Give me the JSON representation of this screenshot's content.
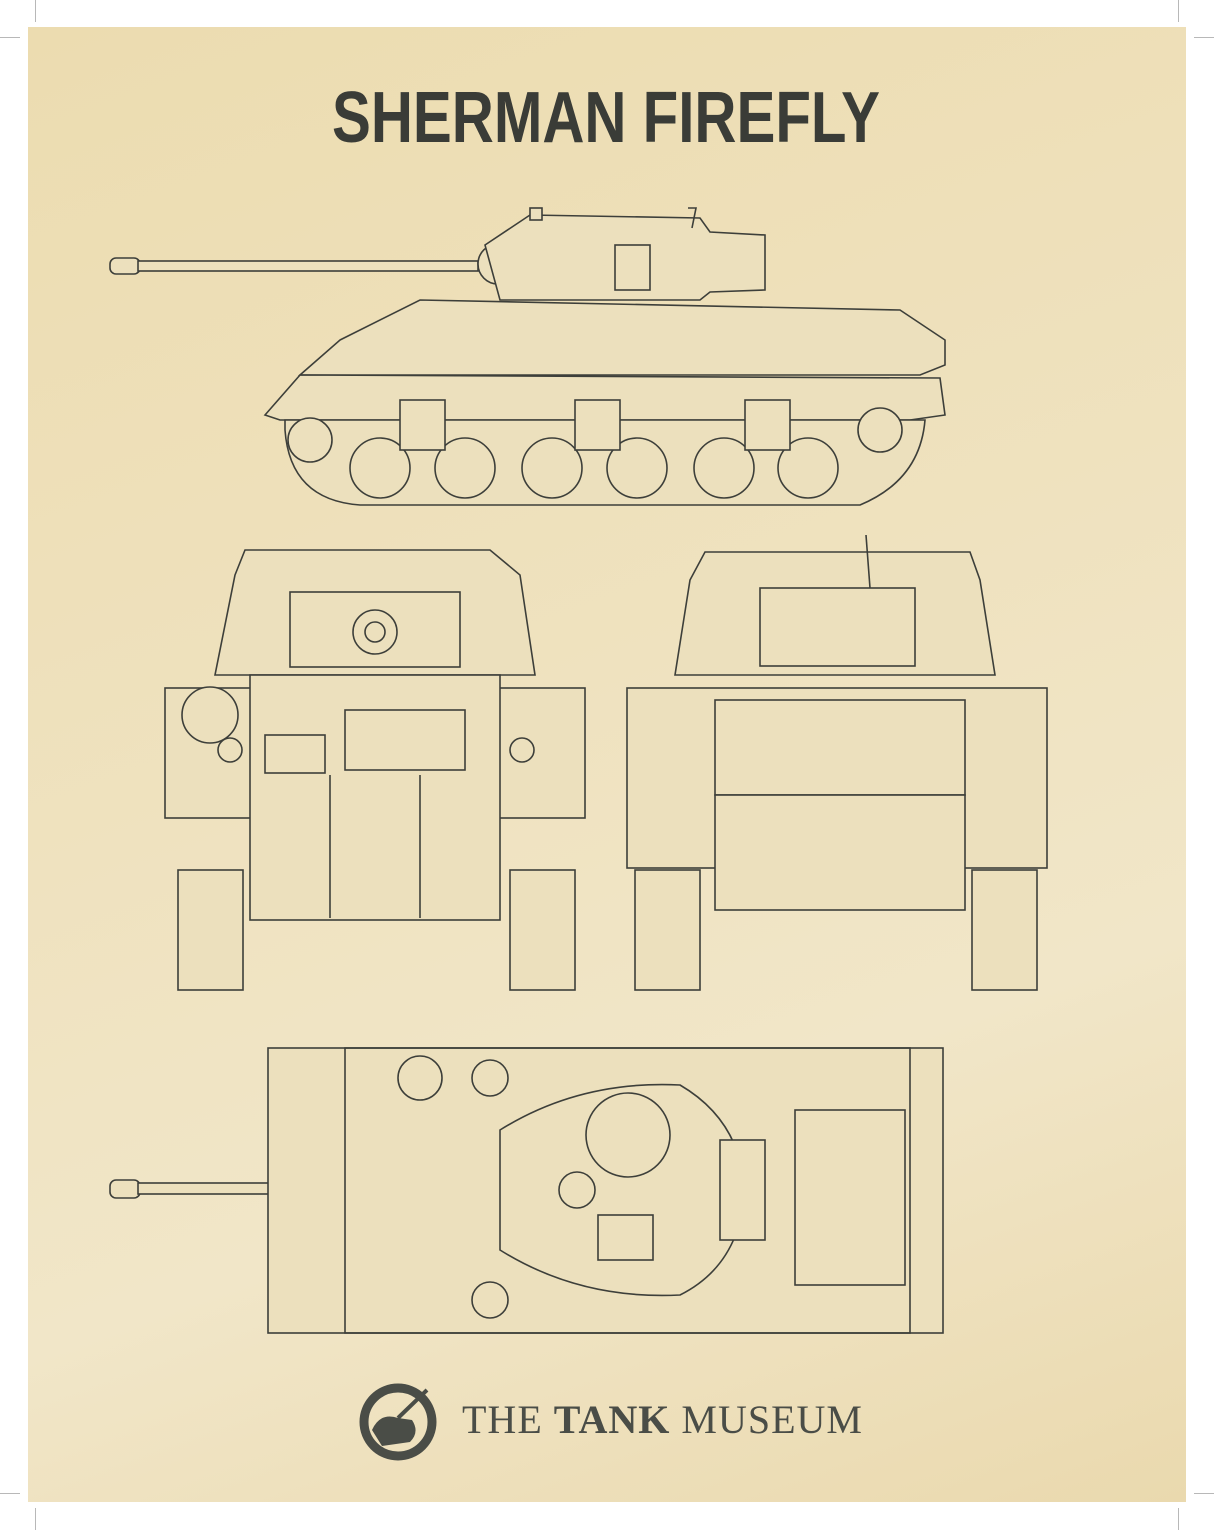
{
  "poster": {
    "title": "SHERMAN FIREFLY",
    "views": [
      "side-view",
      "front-view",
      "rear-view",
      "top-view"
    ],
    "ink_color": "#3d3f3a",
    "paper_color": "#ecdcb4"
  },
  "footer": {
    "brand_prefix": "THE",
    "brand_bold": "TANK",
    "brand_suffix": "MUSEUM",
    "logo": "tank-museum-logo-icon"
  }
}
